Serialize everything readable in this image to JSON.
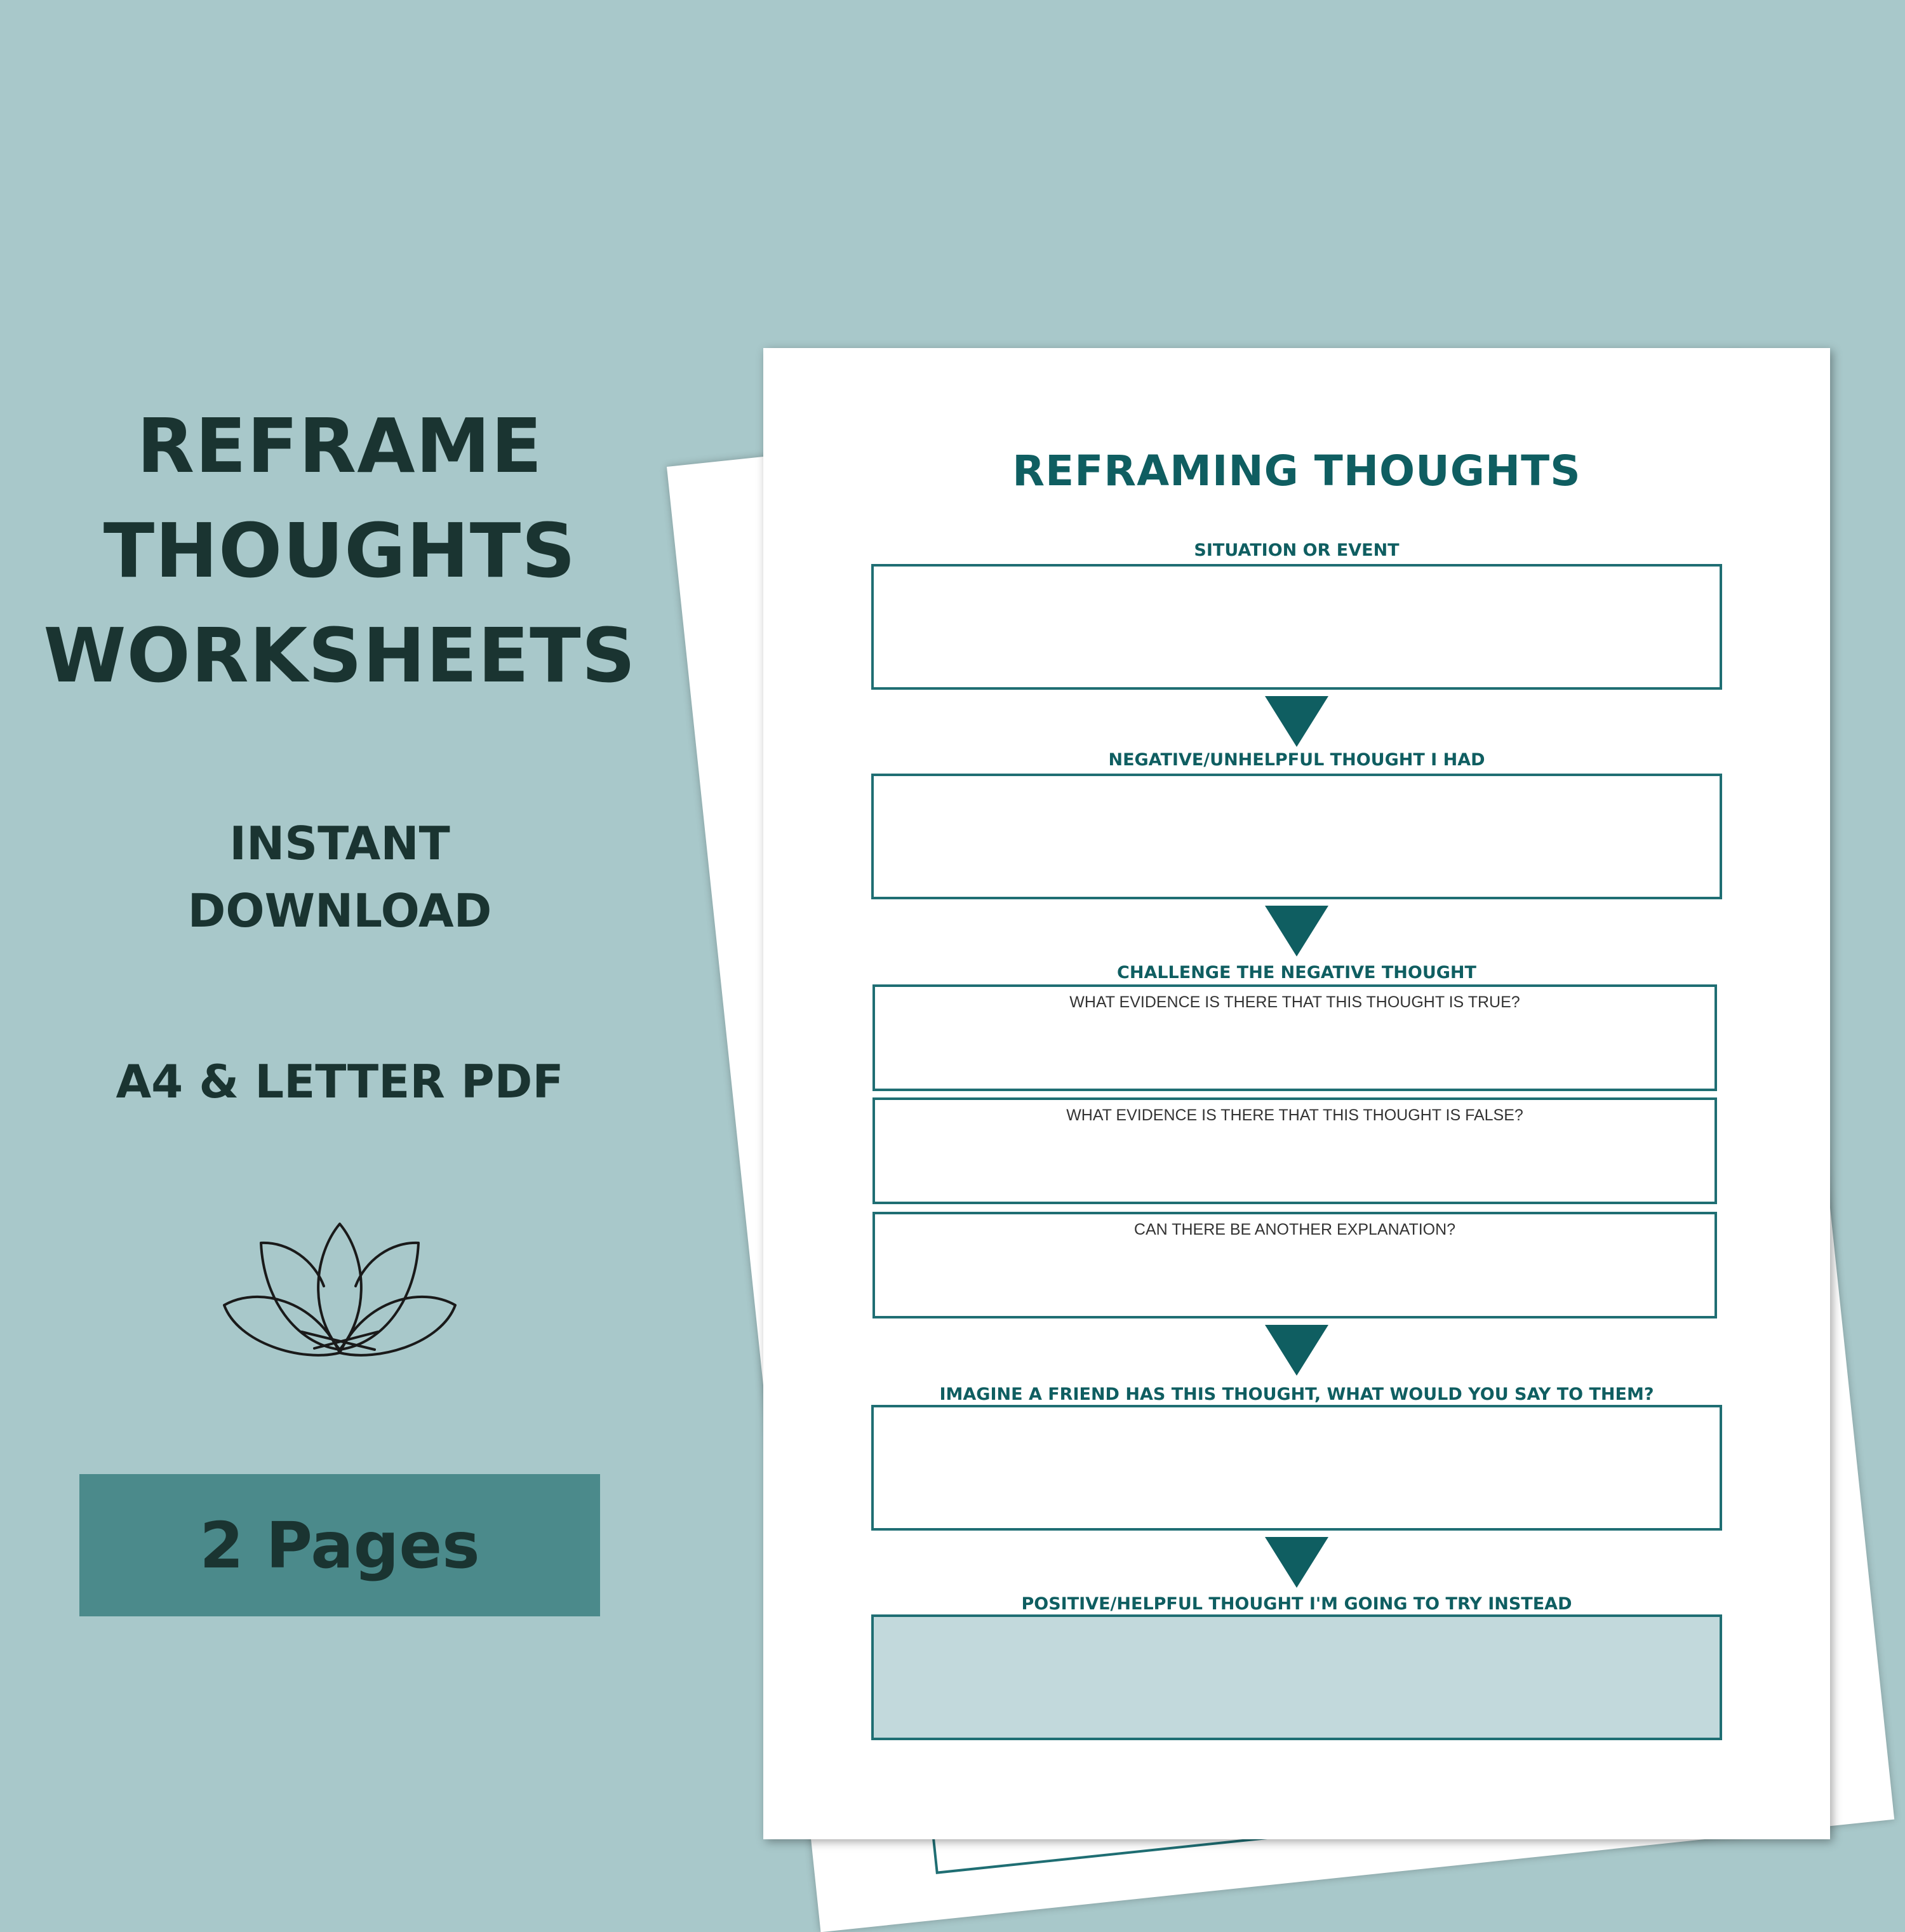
{
  "promo": {
    "title_lines": [
      "REFRAME",
      "THOUGHTS",
      "WORKSHEETS"
    ],
    "subtitle_lines": [
      "INSTANT",
      "DOWNLOAD"
    ],
    "format": "A4 & LETTER PDF",
    "badge": "2 Pages",
    "icon": "lotus-icon"
  },
  "worksheet": {
    "title": "REFRAMING THOUGHTS",
    "sections": [
      {
        "label": "SITUATION OR EVENT"
      },
      {
        "label": "NEGATIVE/UNHELPFUL THOUGHT I HAD"
      },
      {
        "label": "CHALLENGE THE NEGATIVE THOUGHT",
        "questions": [
          "WHAT EVIDENCE  IS THERE THAT THIS THOUGHT IS TRUE?",
          "WHAT EVIDENCE  IS  THERE THAT THIS THOUGHT IS FALSE?",
          "CAN THERE BE ANOTHER EXPLANATION?"
        ]
      },
      {
        "label": "IMAGINE A FRIEND HAS THIS THOUGHT, WHAT WOULD YOU SAY TO THEM?"
      },
      {
        "label": "POSITIVE/HELPFUL THOUGHT I'M GOING TO TRY INSTEAD"
      }
    ]
  },
  "colors": {
    "background": "#a8c8ca",
    "dark_text": "#1a3431",
    "teal": "#0f5e61",
    "badge": "#4b8a8b",
    "tinted_box": "#c2d9dc"
  }
}
